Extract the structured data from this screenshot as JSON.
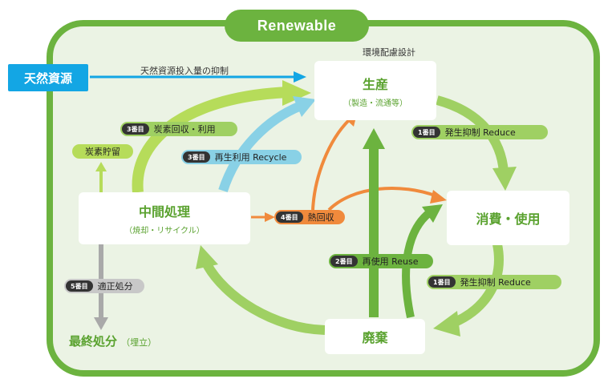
{
  "title": "Renewable",
  "natural_resource": "天然資源",
  "resource_arrow_label": "天然資源投入量の抑制",
  "eco_design_label": "環境配慮設計",
  "nodes": {
    "production": {
      "main": "生産",
      "sub": "（製造・流通等）"
    },
    "consumption": {
      "main": "消費・使用"
    },
    "intermediate": {
      "main": "中間処理",
      "sub": "（焼却・リサイクル）"
    },
    "disposal": {
      "main": "廃棄"
    },
    "final": {
      "main": "最終処分",
      "sub": "（埋立）"
    }
  },
  "carbon_storage": "炭素貯留",
  "steps": {
    "carbon_recycle": {
      "badge": "3番目",
      "label": "炭素回収・利用"
    },
    "recycle": {
      "badge": "3番目",
      "label": "再生利用 Recycle"
    },
    "reduce_top": {
      "badge": "1番目",
      "label": "発生抑制 Reduce"
    },
    "heat": {
      "badge": "4番目",
      "label": "熱回収"
    },
    "reuse": {
      "badge": "2番目",
      "label": "再使用 Reuse"
    },
    "reduce_bottom": {
      "badge": "1番目",
      "label": "発生抑制 Reduce"
    },
    "proper_disposal": {
      "badge": "5番目",
      "label": "適正処分"
    }
  },
  "colors": {
    "frame": "#6cb33f",
    "frame_fill": "#ebf3e4",
    "source": "#13a6e4",
    "light_green": "#9fd063",
    "yellow_green": "#b6dc5a",
    "blue": "#89d1e6",
    "orange": "#f08a3c",
    "gray": "#a9a9a9",
    "dark_green": "#6cb33f"
  }
}
